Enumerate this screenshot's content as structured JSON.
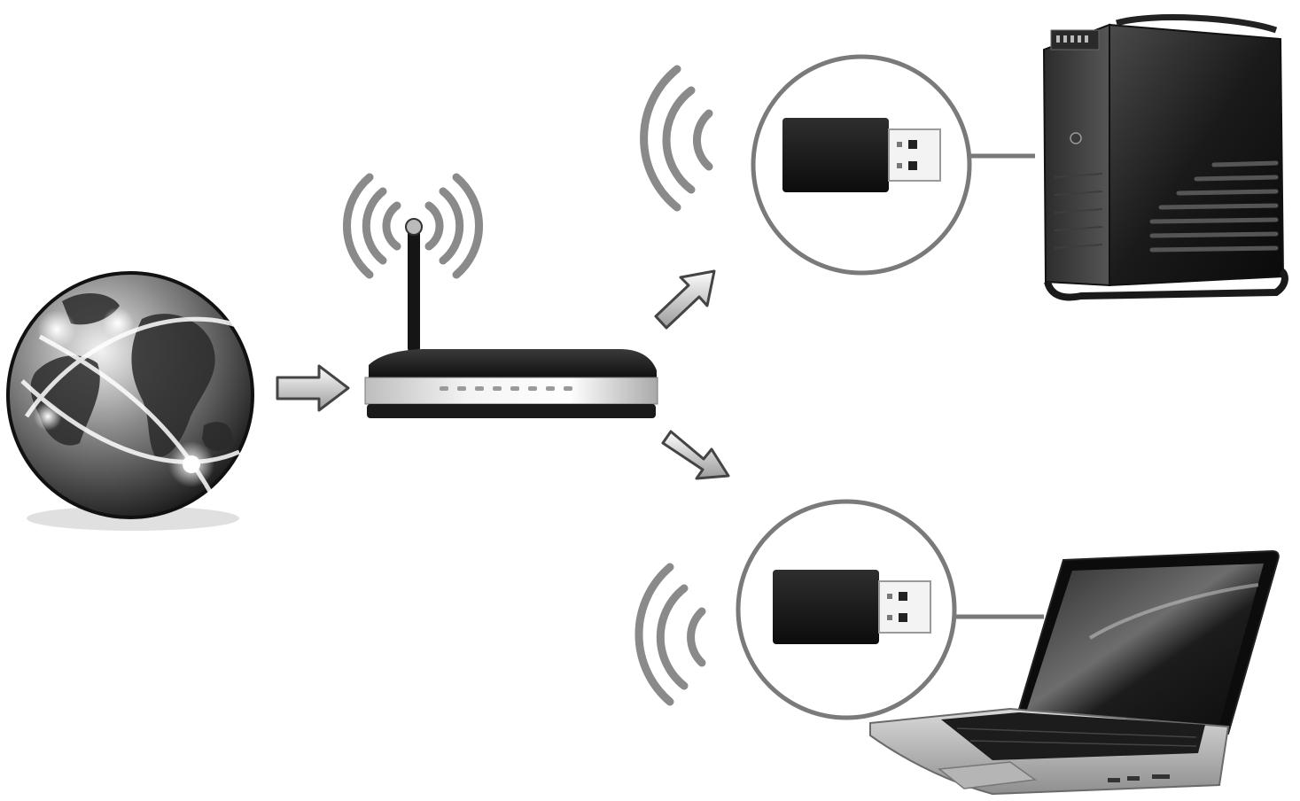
{
  "diagram": {
    "nodes": [
      {
        "id": "internet",
        "icon": "globe-icon"
      },
      {
        "id": "router",
        "icon": "wireless-router-icon"
      },
      {
        "id": "desktop_adapter",
        "icon": "usb-wifi-adapter-icon"
      },
      {
        "id": "desktop",
        "icon": "desktop-tower-pc-icon"
      },
      {
        "id": "laptop_adapter",
        "icon": "usb-wifi-adapter-icon"
      },
      {
        "id": "laptop",
        "icon": "laptop-icon"
      }
    ],
    "edges": [
      {
        "from": "internet",
        "to": "router",
        "kind": "arrow"
      },
      {
        "from": "router",
        "to": "desktop_adapter",
        "kind": "arrow"
      },
      {
        "from": "router",
        "to": "laptop_adapter",
        "kind": "arrow"
      },
      {
        "from": "desktop_adapter",
        "to": "desktop",
        "kind": "line"
      },
      {
        "from": "laptop_adapter",
        "to": "laptop",
        "kind": "line"
      }
    ],
    "colors": {
      "background": "#ffffff",
      "signal": "#8a8a8a",
      "outline": "#7a7a7a",
      "device_dark": "#1b1b1b"
    }
  }
}
